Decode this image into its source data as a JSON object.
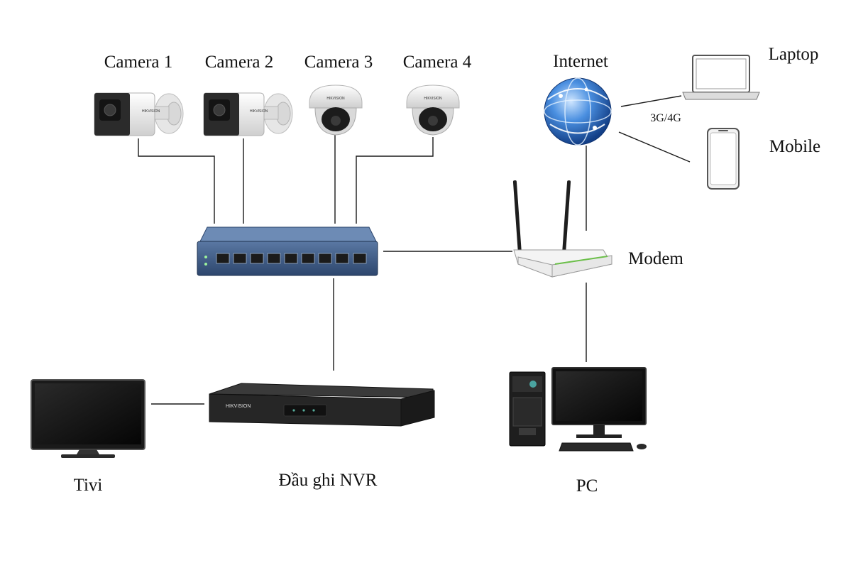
{
  "labels": {
    "camera1": "Camera 1",
    "camera2": "Camera 2",
    "camera3": "Camera 3",
    "camera4": "Camera 4",
    "internet": "Internet",
    "laptop": "Laptop",
    "mobile": "Mobile",
    "wireless": "3G/4G",
    "modem": "Modem",
    "tv": "Tivi",
    "nvr": "Đầu ghi NVR",
    "pc": "PC"
  },
  "device_text": {
    "camera_brand": "HIKVISION",
    "nvr_brand": "HIKVISION"
  },
  "colors": {
    "switch_body": "#3d5a80",
    "camera_body": "#e8e8e8",
    "globe": "#2f6fc4",
    "wire": "#1a1a1a",
    "nvr_body": "#222222"
  },
  "icons": [
    "bullet-camera-icon",
    "dome-camera-icon",
    "poe-switch-icon",
    "globe-icon",
    "laptop-icon",
    "mobile-icon",
    "router-icon",
    "tv-icon",
    "nvr-icon",
    "desktop-pc-icon"
  ]
}
